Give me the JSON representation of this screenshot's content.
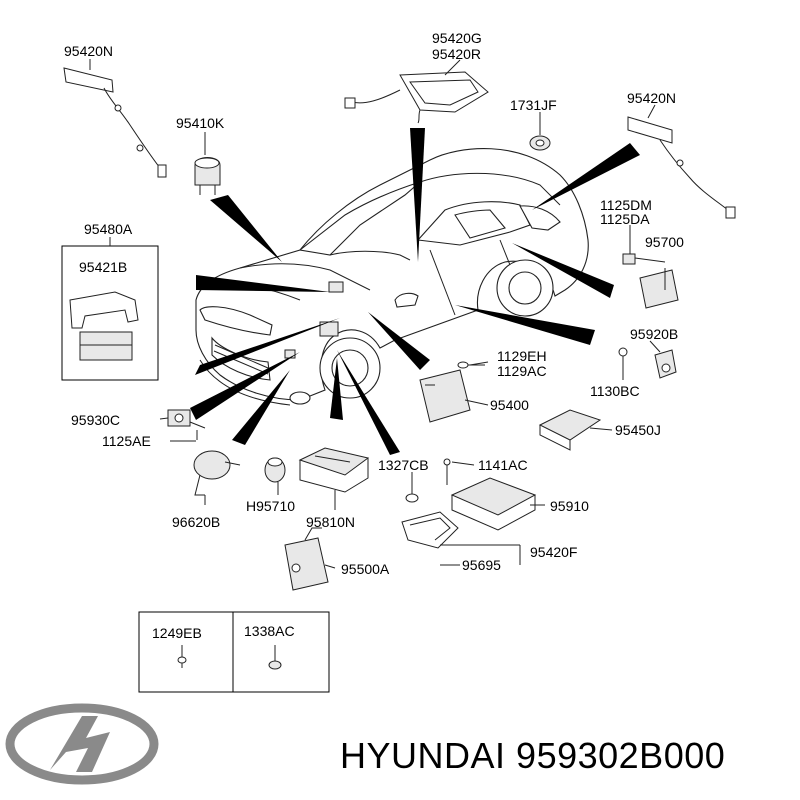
{
  "labels": {
    "p95420N_left": "95420N",
    "p95420G": "95420G",
    "p95420R": "95420R",
    "p1731JF": "1731JF",
    "p95420N_right": "95420N",
    "p95410K": "95410K",
    "p95480A": "95480A",
    "p95421B": "95421B",
    "p1125DM": "1125DM",
    "p1125DA": "1125DA",
    "p95700": "95700",
    "p95920B": "95920B",
    "p1129EH": "1129EH",
    "p1129AC": "1129AC",
    "p1130BC": "1130BC",
    "p95400": "95400",
    "p95450J": "95450J",
    "p95930C": "95930C",
    "p1125AE": "1125AE",
    "p1327CB": "1327CB",
    "p1141AC": "1141AC",
    "p95910": "95910",
    "pH95710": "H95710",
    "p96620B": "96620B",
    "p95810N": "95810N",
    "p95420F": "95420F",
    "p95695": "95695",
    "p95500A": "95500A",
    "p1249EB": "1249EB",
    "p1338AC": "1338AC"
  },
  "footer": {
    "brand": "HYUNDAI",
    "part_number": "959302B000"
  },
  "logo": {
    "icon": "hyundai-logo",
    "color": "#8a8a8a"
  }
}
